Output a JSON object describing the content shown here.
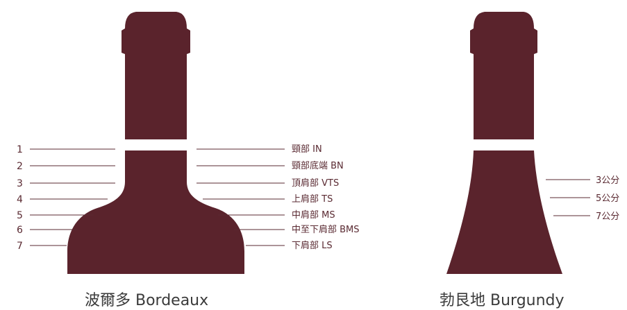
{
  "bordeaux": {
    "caption": "波爾多 Bordeaux",
    "levels": [
      {
        "num": "1",
        "label": "頸部 IN"
      },
      {
        "num": "2",
        "label": "頸部底端 BN"
      },
      {
        "num": "3",
        "label": "頂肩部 VTS"
      },
      {
        "num": "4",
        "label": "上肩部 TS"
      },
      {
        "num": "5",
        "label": "中肩部 MS"
      },
      {
        "num": "6",
        "label": "中至下肩部 BMS"
      },
      {
        "num": "7",
        "label": "下肩部 LS"
      }
    ]
  },
  "burgundy": {
    "caption": "勃艮地 Burgundy",
    "levels": [
      {
        "label": "3公分"
      },
      {
        "label": "5公分"
      },
      {
        "label": "7公分"
      }
    ]
  },
  "colors": {
    "bottle": "#5a232c",
    "text": "#5a2a32"
  }
}
